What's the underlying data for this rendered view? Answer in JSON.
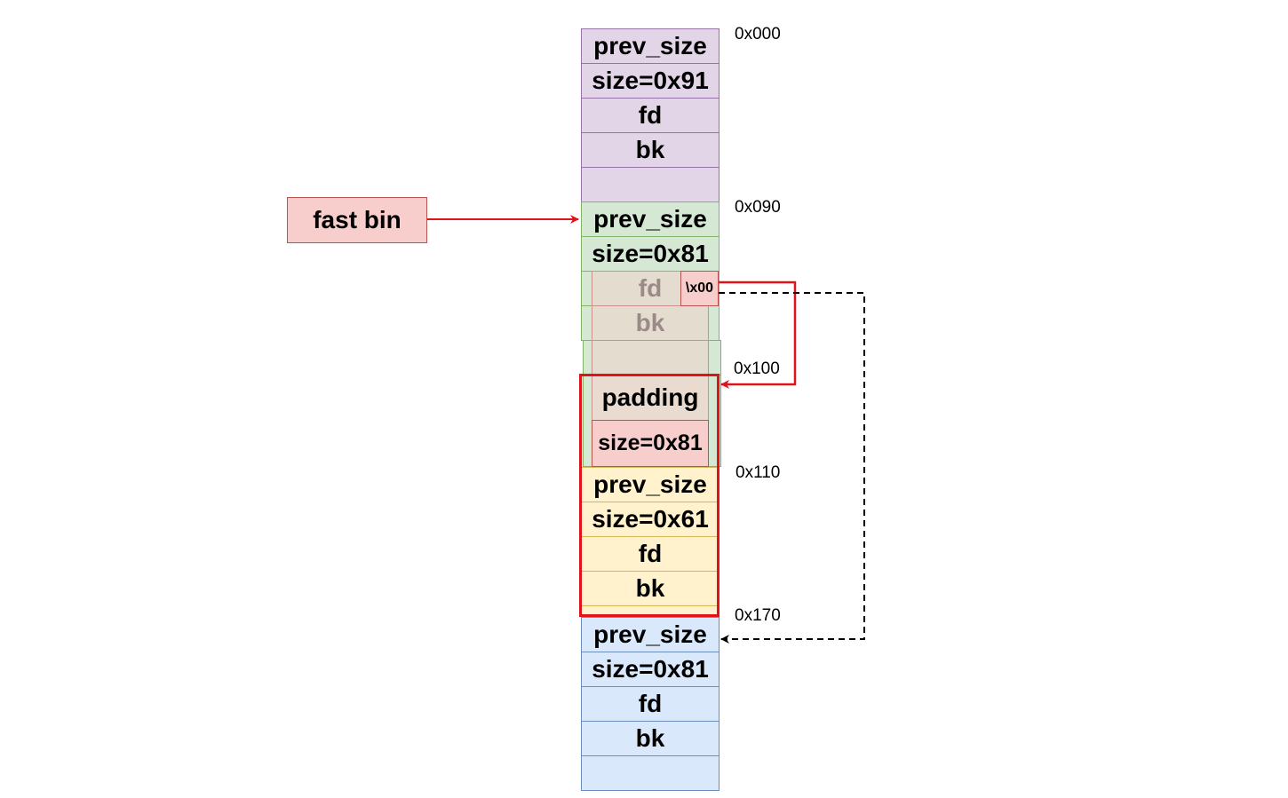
{
  "colors": {
    "chunk0": "#e1d5e7",
    "chunk1": "#d5e8d4",
    "chunk2": "#fff2cc",
    "chunk3": "#dae8fc",
    "highlight": "#f8cecc",
    "arrow_red": "#e0121a",
    "arrow_dashed": "#000000"
  },
  "fast_bin": {
    "label": "fast bin"
  },
  "addresses": [
    "0x000",
    "0x090",
    "0x100",
    "0x110",
    "0x170"
  ],
  "chunk0": {
    "prev_size": "prev_size",
    "size": "size=0x91",
    "fd": "fd",
    "bk": "bk"
  },
  "chunk1": {
    "prev_size": "prev_size",
    "size": "size=0x81",
    "fd": "fd",
    "bk": "bk",
    "overwrite": "\\x00"
  },
  "fake": {
    "padding": "padding",
    "size": "size=0x81"
  },
  "chunk2": {
    "prev_size": "prev_size",
    "size": "size=0x61",
    "fd": "fd",
    "bk": "bk"
  },
  "chunk3": {
    "prev_size": "prev_size",
    "size": "size=0x81",
    "fd": "fd",
    "bk": "bk"
  }
}
